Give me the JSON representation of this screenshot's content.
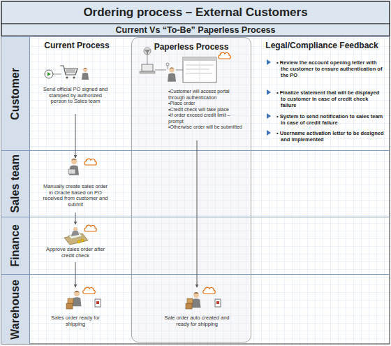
{
  "diagram": {
    "title": "Ordering process – External Customers",
    "nodes": [
      {
        "text": [
          "Customer"
        ]
      },
      {
        "text": [
          "Send official PO signed and stamped by authorized person to Sales team"
        ],
        "in": 0
      },
      {
        "text": [
          "Paperless Process"
        ]
      },
      {
        "text": [
          "•Customer will access portal through authentication",
          "•Place order",
          "•Credit check will take place",
          "•If order exceed credit limit – prompt",
          "•Otherwise order will be submitted"
        ],
        "in": 2
      },
      {
        "text": [
          "Sales team"
        ]
      },
      {
        "text": [
          "Manually create sales order in Oracle based on PO received from customer and submit"
        ],
        "in": 4
      },
      {
        "text": [
          "Finance"
        ]
      },
      {
        "text": [
          "Approve sales order after credit check"
        ],
        "in": 6
      },
      {
        "text": [
          "Warehouse"
        ]
      },
      {
        "text": [
          "Sales order ready for shipping"
        ],
        "in": 8
      },
      {
        "text": [
          "Sale order auto created and ready for shipping"
        ],
        "in": 2
      }
    ],
    "edges": [
      {
        "from": 1,
        "to": 5,
        "arrow": "to"
      },
      {
        "from": 5,
        "to": 7,
        "arrow": "to"
      },
      {
        "from": 7,
        "to": 9,
        "arrow": "to"
      },
      {
        "from": 3,
        "to": 10,
        "arrow": "to"
      }
    ],
    "labels": [
      "Current Vs “To-Be” Paperless Process",
      "Current Process",
      "Legal/Compliance Feedback",
      "• Review the account opening letter with the customer to ensure authentication of the PO",
      "• Finalize statement that will be displayed to customer in case of credit check failure",
      "• System to send notification to sales team in case of credit failure",
      "• Username activation letter to be designed and implemented"
    ]
  }
}
